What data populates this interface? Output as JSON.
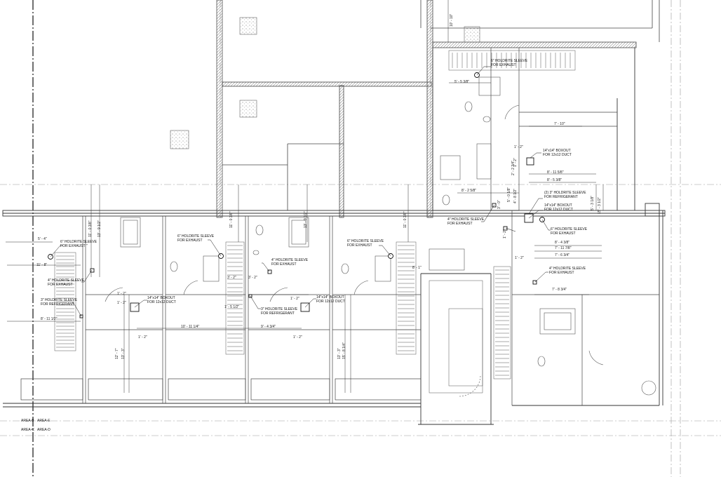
{
  "annotations": {
    "a1": {
      "line1": "6\" HOLDRITE SLEEVE",
      "line2": "FOR EXHAUST"
    },
    "a2": {
      "line1": "14\"x14\" BOXOUT",
      "line2": "FOR 12x12 DUCT"
    },
    "a3": {
      "line1": "(2) 3\" HOLDRITE SLEEVE",
      "line2": "FOR REFRIGERANT"
    },
    "a4": {
      "line1": "14\"x14\" BOXOUT",
      "line2": "FOR 12x12 DUCT"
    },
    "a5": {
      "line1": "4\" HOLDRITE SLEEVE",
      "line2": "FOR EXHAUST"
    },
    "a6": {
      "line1": "6\" HOLDRITE SLEEVE",
      "line2": "FOR EXHAUST"
    },
    "a7": {
      "line1": "4\" HOLDRITE SLEEVE",
      "line2": "FOR EXHAUST"
    },
    "a8": {
      "line1": "6\" HOLDRITE SLEEVE",
      "line2": "FOR EXHAUST \""
    },
    "a9": {
      "line1": "4\" HOLDRITE SLEEVE",
      "line2": "FOR EXHAUST"
    },
    "a10": {
      "line1": "3\" HOLDRITE SLEEVE",
      "line2": "FOR REFRIGERANT"
    },
    "a11": {
      "line1": "14\"x14\" BOXOUT",
      "line2": "FOR 12x12 DUCT"
    },
    "a12": {
      "line1": "6\" HOLDRITE SLEEVE",
      "line2": "FOR EXHAUST"
    },
    "a13": {
      "line1": "4\" HOLDRITE SLEEVE",
      "line2": "FOR EXHAUST"
    },
    "a14": {
      "line1": "3\" HOLDRITE SLEEVE",
      "line2": "FOR REFRIGERANT"
    },
    "a15": {
      "line1": "14\"x14\" BOXOUT",
      "line2": "FOR 12x12 DUCT"
    },
    "a16": {
      "line1": "6\" HOLDRITE SLEEVE",
      "line2": "FOR EXHAUST"
    }
  },
  "dimensions": {
    "d1": "5' - 5 3/8\"",
    "d2": "7' - 10\"",
    "d3": "1' - 2\"",
    "d4": "8' - 11 5/8\"",
    "d5": "8' - 5 3/8\"",
    "d6": "8' - 2 5/8\"",
    "d7": "8' - 4 3/8\"",
    "d8": "7' - 11 7/8\"",
    "d9": "7' - 6 3/4\"",
    "d10": "1' - 2\"",
    "d11": "7' - 8 3/4\"",
    "d12": "5' - 4\"",
    "d13": "11' - 8\"",
    "d14": "8' - 11 1/2\"",
    "d15": "1' - 2\"",
    "d16": "1' - 2\"",
    "d17": "10' - 11 1/4\"",
    "d18": "3' - 2\"",
    "d19": "3' - 2\"",
    "d20": "1' - 5 1/2\"",
    "d21": "1' - 2\"",
    "d22": "9' - 4 3/4\"",
    "d23": "1' - 2\"",
    "d24": "8' - 1\"",
    "d25": "1' - 2\""
  },
  "vdimensions": {
    "v1": "10' - 10\"",
    "v2": "11' - 0 3/8\"",
    "v3": "13' - 9 1/2\"",
    "v4": "11' - 0 3/8\"",
    "v5": "13' - 9 1/2\"",
    "v6": "11' - 0 3/8\"",
    "v7": "12' - 7\"",
    "v8": "13' - 3\"",
    "v9": "13' - 3\"",
    "v10": "15' - 8 1/4\"",
    "v11": "1' - 2\"",
    "v12": "2' - 2 3/4\"",
    "v13": "3' - 0\"",
    "v14": "5' - 0 1/8\"",
    "v15": "4' - 8 1/2\"",
    "v16": "5' - 3 1/8\"",
    "v17": "15' - 3 1/2\"",
    "v18": "1' - 2\""
  },
  "areas": {
    "ab": "AREA-B",
    "ae": "AREA-E",
    "ac": "AREA-C",
    "ad": "AREA-D"
  }
}
